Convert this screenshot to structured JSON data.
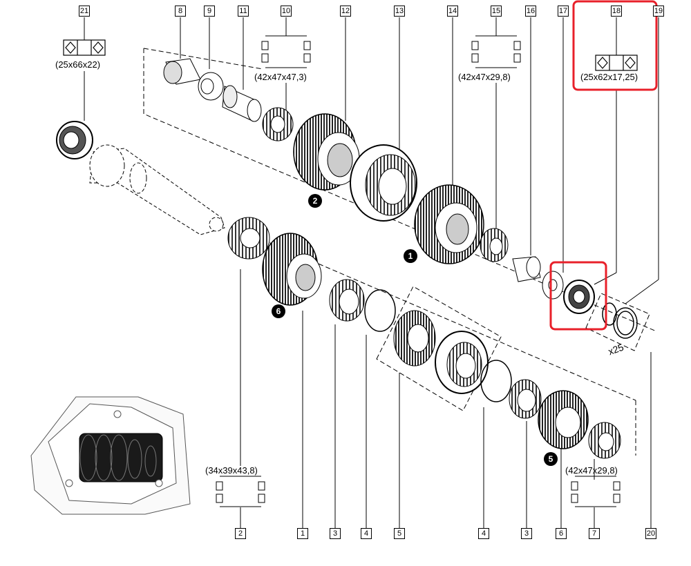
{
  "callouts_top": [
    "21",
    "8",
    "9",
    "11",
    "10",
    "12",
    "13",
    "14",
    "15",
    "16",
    "17",
    "18",
    "19"
  ],
  "callouts_bottom": [
    "2",
    "1",
    "3",
    "4",
    "5",
    "4",
    "3",
    "6",
    "7",
    "20"
  ],
  "dimensions": {
    "d21": "(25x66x22)",
    "d10": "(42x47x47,3)",
    "d15": "(42x47x29,8)",
    "d18": "(25x62x17,25)",
    "d2": "(34x39x43,8)",
    "d7": "(42x47x29,8)"
  },
  "step_badges": [
    "2",
    "1",
    "6",
    "5"
  ],
  "shim_label": "x25",
  "highlight_color": "#e8202a"
}
